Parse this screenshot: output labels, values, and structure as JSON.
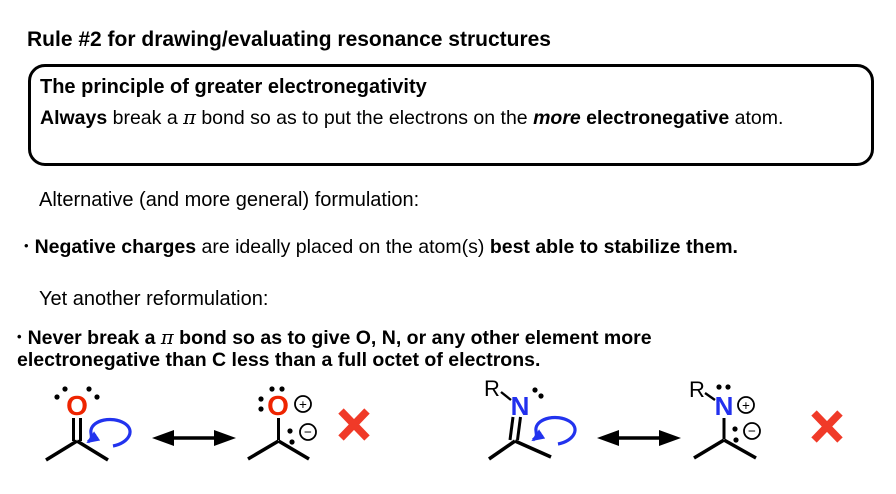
{
  "title": "Rule #2 for drawing/evaluating resonance structures",
  "rule_box": {
    "heading": "The principle of greater electronegativity",
    "always": "Always",
    "pre_pi": " break a ",
    "pi": "π",
    "post_pi": " bond so as to put the electrons on the ",
    "more": "more",
    "electronegative": " electronegative",
    "atom_suffix": " atom."
  },
  "alternative_intro": "Alternative (and more general) formulation:",
  "negative_bullet": {
    "bullet": "•",
    "bold1": "Negative charges",
    "mid": " are ideally placed on the atom(s) ",
    "bold2": "best able to stabilize them."
  },
  "reformulation_intro": "Yet another reformulation:",
  "never_bullet": {
    "bullet": "•",
    "line1_pre_pi": "Never break a ",
    "pi": "π",
    "line1_post_pi": " bond so as to give O, N, or any other element more",
    "line2": "electronegative than C less than a full octet of electrons."
  },
  "diagram": {
    "ketone": {
      "oxygen": "O"
    },
    "ketone_resonance": {
      "oxygen": "O",
      "plus": "+",
      "minus": "−"
    },
    "imine": {
      "nitrogen": "N",
      "r_group": "R"
    },
    "imine_resonance": {
      "nitrogen": "N",
      "r_group": "R",
      "plus": "+",
      "minus": "−"
    },
    "colors": {
      "oxygen_red": "#ee2400",
      "nitrogen_blue": "#2230ee",
      "arrow_blue": "#2233ee",
      "x_red": "#f03a28",
      "bond_black": "#000000"
    }
  }
}
